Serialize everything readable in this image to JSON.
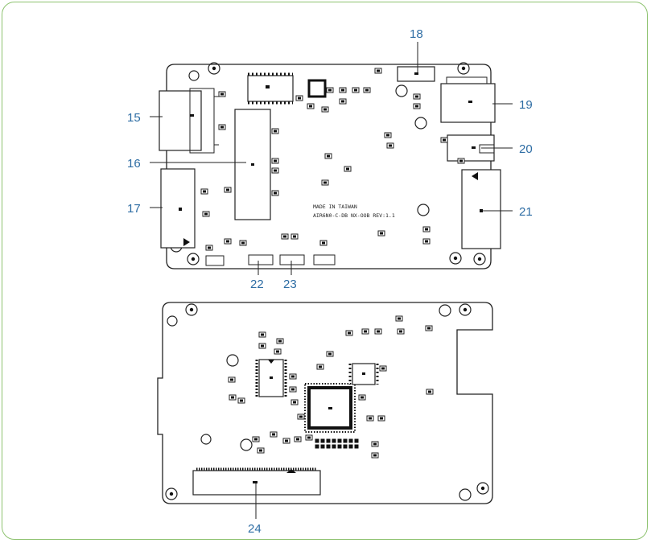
{
  "colors": {
    "frame_border": "#8dc26f",
    "callout": "#2e6da4",
    "board_outline": "#222222",
    "component": "#111111"
  },
  "silkscreen": {
    "line1": "MADE IN TAIWAN",
    "line2": "AIR6N0-C-DB NX-OOB REV:1.1"
  },
  "callouts": {
    "c15": "15",
    "c16": "16",
    "c17": "17",
    "c18": "18",
    "c19": "19",
    "c20": "20",
    "c21": "21",
    "c22": "22",
    "c23": "23",
    "c24": "24"
  }
}
